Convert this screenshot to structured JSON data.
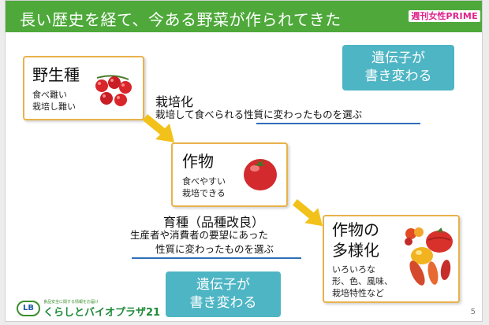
{
  "slide": {
    "title": "長い歴史を経て、今ある野菜が作られてきた",
    "brand_primary": "週刊女性",
    "brand_secondary": "PRIME",
    "page_number": "5"
  },
  "wild": {
    "title": "野生種",
    "desc": [
      "食べ難い",
      "栽培し難い"
    ]
  },
  "cultivation": {
    "heading": "栽培化",
    "line_plain": "栽培して食べられる",
    "line_underlined": "性質に変わったものを選ぶ"
  },
  "crop": {
    "title": "作物",
    "desc": [
      "食べやすい",
      "栽培できる"
    ]
  },
  "breeding": {
    "heading": "育種（品種改良）",
    "line1": "生産者や消費者の要望にあった",
    "line2": "性質に変わったものを選ぶ"
  },
  "diversity": {
    "title": [
      "作物の",
      "多様化"
    ],
    "desc": [
      "いろいろな",
      "形、色、風味、",
      "栽培特性など"
    ]
  },
  "callout_top": {
    "lines": [
      "遺伝子が",
      "書き変わる"
    ]
  },
  "callout_bottom": {
    "lines": [
      "遺伝子が",
      "書き変わる"
    ]
  },
  "footer": {
    "logo_mark": "LB",
    "logo_small": "食品安全に関する情報をお届け",
    "logo_name": "くらしとバイオプラザ21"
  },
  "colors": {
    "title_bar": "#4ea93a",
    "card_border": "#e9b24a",
    "callout": "#4eb5c4",
    "arrow": "#f2c21b",
    "underline": "#2f6fb5"
  },
  "icons": [
    "tomato-cluster-icon",
    "tomato-icon",
    "heirloom-tomatoes-icon"
  ]
}
